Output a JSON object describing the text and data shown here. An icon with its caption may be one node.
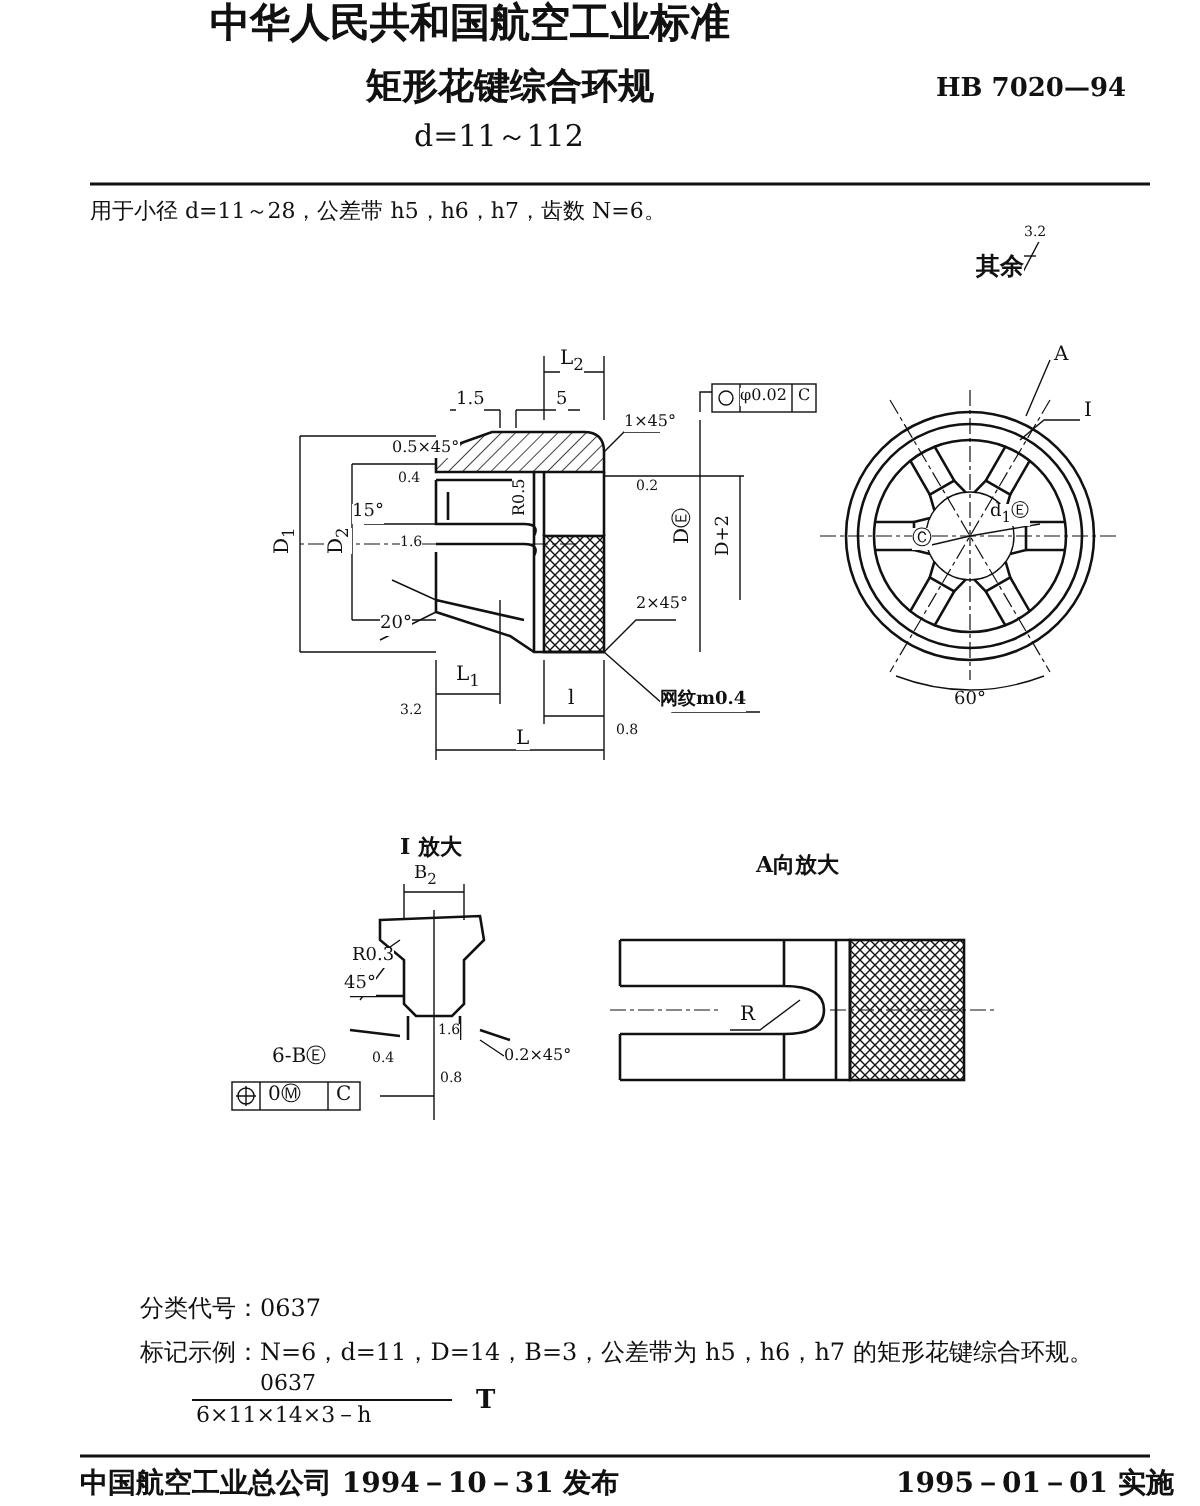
{
  "diagram": {
    "title": "矩形花键综合环规",
    "labels": [
      "中华人民共和国航空工业标准",
      "d=11～112",
      "HB 7020—94",
      "用于小径 d=11～28，公差带 h5，h6，h7，齿数 N=6。",
      "其余",
      "3.2",
      "L$_{2}$",
      "1.5",
      "5",
      "0.5×45°",
      "1×45°",
      "φ0.02",
      "C",
      "15°",
      "R0.5",
      "D$_{1}$",
      "D$_{2}$",
      "DⒺ",
      "D+2",
      "20°",
      "2×45°",
      "L$_{1}$",
      "l",
      "网纹m0.4",
      "L",
      "0.4",
      "1.6",
      "0.2",
      "3.2",
      "0.8",
      "A",
      "I",
      "Ⓒ",
      "d$_{1}$Ⓔ",
      "60°",
      "I 放大",
      "B$_{2}$",
      "R0.3",
      "45°",
      "1.6",
      "6-BⒺ",
      "0.4",
      "0.2×45°",
      "0.8",
      "0Ⓜ",
      "C",
      "A向放大",
      "R",
      "分类代号：0637",
      "标记示例：N=6，d=11，D=14，B=3，公差带为 h5，h6，h7 的矩形花键综合环规。",
      "0637",
      "6×11×14×3－h",
      "T",
      "中国航空工业总公司 1994－10－31 发布",
      "1995－01－01 实施"
    ]
  }
}
